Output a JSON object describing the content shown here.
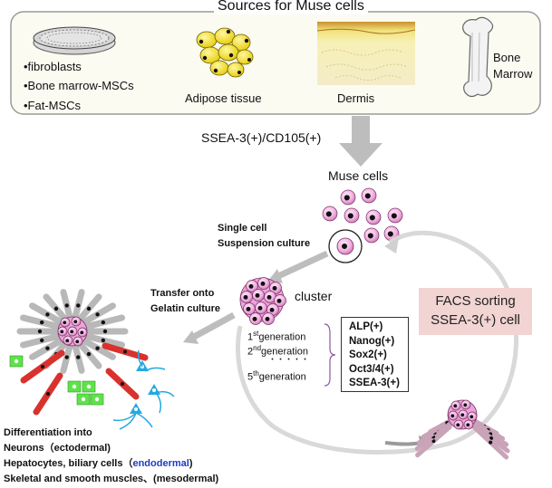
{
  "title": "Sources for Muse cells",
  "sources": {
    "fibroblast_list": [
      "•fibroblasts",
      "•Bone marrow-MSCs",
      "•Fat-MSCs"
    ],
    "adipose": "Adipose tissue",
    "dermis": "Dermis",
    "bone_marrow": [
      "Bone",
      "Marrow"
    ]
  },
  "selection_label": "SSEA-3(+)/CD105(+)",
  "muse_cells_label": "Muse cells",
  "single_cell_label": [
    "Single cell",
    "Suspension culture"
  ],
  "transfer_label": [
    "Transfer onto",
    "Gelatin  culture"
  ],
  "cluster_label": "cluster",
  "generations": {
    "first": {
      "num": "1",
      "sup": "st",
      "word": "generation"
    },
    "second": {
      "num": "2",
      "sup": "nd",
      "word": "generation"
    },
    "dots": "・・・・・",
    "fifth": {
      "num": "5",
      "sup": "th",
      "word": "generation"
    }
  },
  "markers": [
    "ALP(+)",
    "Nanog(+)",
    "Sox2(+)",
    "Oct3/4(+)",
    "SSEA-3(+)"
  ],
  "facs": [
    "FACS sorting",
    "SSEA-3(+) cell"
  ],
  "differentiation": {
    "line1": "Differentiation into",
    "line2": "Neurons（ectodermal)",
    "line3_a": "Hepatocytes, biliary cells（",
    "line3_b": "endodermal",
    "line3_c": ")",
    "line4": "Skeletal and smooth muscles、(mesodermal)"
  },
  "colors": {
    "cell_pink": "#f4b8e4",
    "fat_yellow": "#f6e21e",
    "facs_bg": "#f2d4d2",
    "arrow_gray": "#bdbdbd",
    "endodermal_blue": "#1f3cbf",
    "neuron_blue": "#26a9e0",
    "hepatocyte_green": "#5fe24b",
    "muscle_red": "#d9322e"
  }
}
